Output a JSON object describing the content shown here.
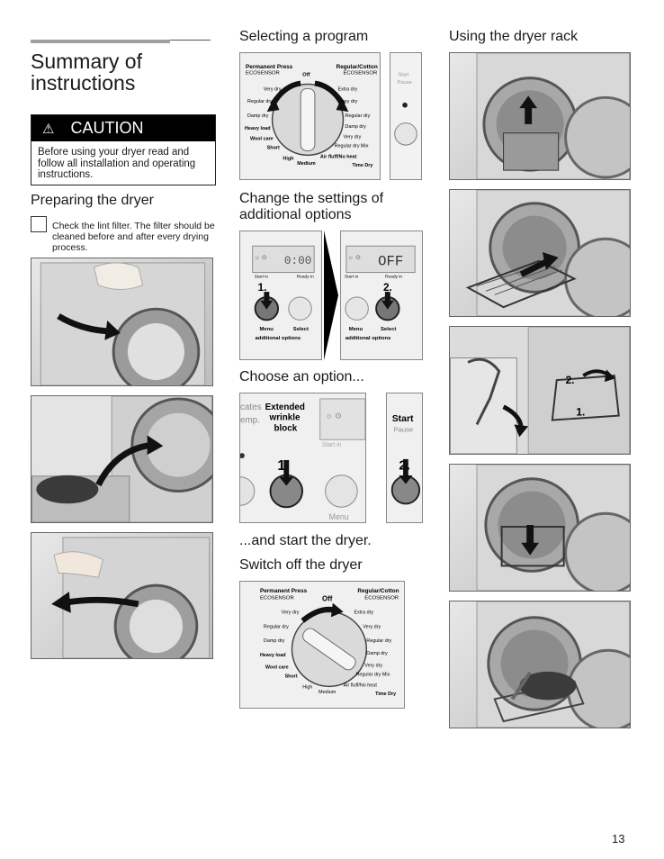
{
  "page": {
    "title": "Summary of instructions",
    "page_number": "13"
  },
  "caution": {
    "heading": "CAUTION",
    "text": "Before using your dryer read and follow all installation and operating instructions."
  },
  "preparing": {
    "heading": "Preparing the dryer",
    "lint_text": "Check the lint filter. The filter should be cleaned before and after every drying process."
  },
  "column2": {
    "selecting_heading": "Selecting a program",
    "change_heading": "Change the settings of additional options",
    "choose_heading": "Choose an option...",
    "start_heading": "...and start the dryer.",
    "switch_off_heading": "Switch off the dryer"
  },
  "column3": {
    "rack_heading": "Using the dryer rack"
  },
  "dial": {
    "left_header_1": "Permanent Press",
    "left_header_2": "ECOSENSOR",
    "right_header_1": "Regular/Cotton",
    "right_header_2": "ECOSENSOR",
    "off": "Off",
    "left_labels": [
      "Very dry",
      "Regular dry",
      "Damp dry",
      "Heavy load",
      "Wool care",
      "Short"
    ],
    "right_labels": [
      "Extra dry",
      "Very dry",
      "Regular dry",
      "Damp dry",
      "Very dry",
      "Regular dry Mix"
    ],
    "bottom_labels": [
      "High",
      "Medium",
      "Air fluff/No heat",
      "Time Dry"
    ],
    "start": "Start",
    "pause": "Pause"
  },
  "options_panel": {
    "display_1": "0:00",
    "display_2": "OFF",
    "start_in": "Start in",
    "ready_in": "Ready in",
    "step_1": "1.",
    "step_2": "2.",
    "menu": "Menu",
    "additional_options": "additional options",
    "select": "Select"
  },
  "choose_panel": {
    "partial_1": "cates",
    "partial_2": "emp.",
    "extended": "Extended",
    "wrinkle": "wrinkle",
    "block": "block",
    "start_in": "Start in",
    "menu": "Menu",
    "start": "Start",
    "pause": "Pause",
    "step_1": "1.",
    "step_2": "2."
  },
  "rack_steps": {
    "step_1": "1.",
    "step_2": "2."
  }
}
